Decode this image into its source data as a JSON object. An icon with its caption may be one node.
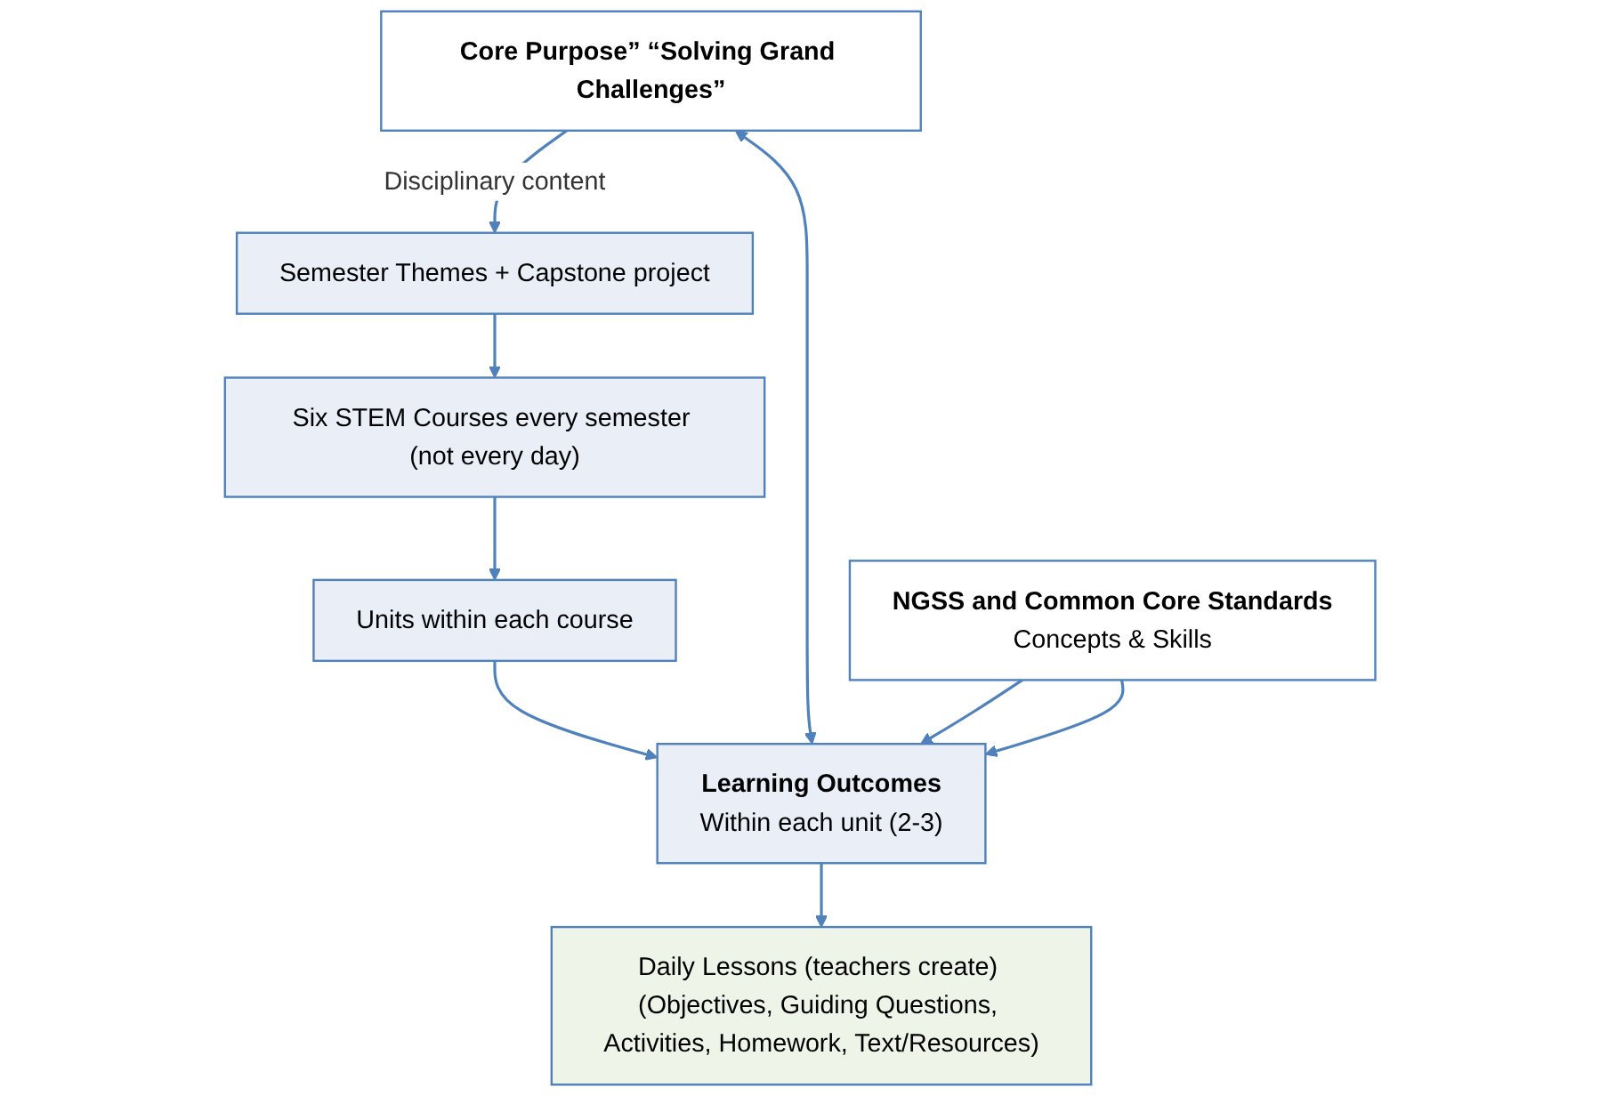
{
  "diagram": {
    "nodes": [
      {
        "text": [
          "Core Purpose” “Solving Grand Challenges”"
        ]
      },
      {
        "text": [
          "NGSS and Common Core Standards",
          "Concepts & Skills"
        ]
      },
      {
        "text": [
          "Semester Themes + Capstone project"
        ]
      },
      {
        "text": [
          "Six STEM Courses every semester (not every day)"
        ]
      },
      {
        "text": [
          "Units within each course"
        ]
      },
      {
        "text": [
          "Learning Outcomes",
          "Within each unit (2-3)"
        ]
      },
      {
        "text": [
          "Daily Lessons (teachers create) (Objectives, Guiding Questions, Activities, Homework, Text/Resources)"
        ]
      }
    ],
    "edges": [
      {
        "from": 0,
        "to": 2,
        "arrow": "to",
        "label": "Disciplinary content"
      },
      {
        "from": 2,
        "to": 3,
        "arrow": "to"
      },
      {
        "from": 3,
        "to": 4,
        "arrow": "to"
      },
      {
        "from": 4,
        "to": 5,
        "arrow": "to"
      },
      {
        "from": 0,
        "to": 5,
        "arrow": "both"
      },
      {
        "from": 1,
        "to": 5,
        "arrow": "to"
      },
      {
        "from": 1,
        "to": 5,
        "arrow": "to"
      },
      {
        "from": 5,
        "to": 6,
        "arrow": "to"
      }
    ]
  }
}
